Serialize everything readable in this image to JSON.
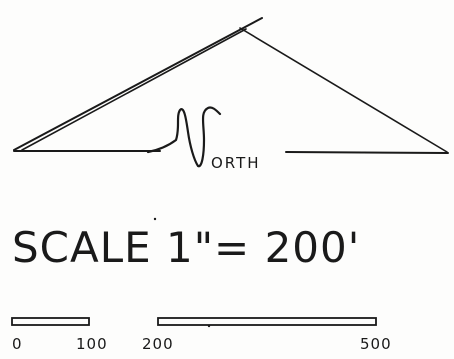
{
  "arrow": {
    "label_initial": "N",
    "label_rest": "ORTH"
  },
  "scale": {
    "text": "SCALE 1\"= 200'",
    "tick_labels": [
      "0",
      "100",
      "200",
      "500"
    ]
  },
  "colors": {
    "ink": "#1a1a1a",
    "paper": "#fdfdfc"
  }
}
